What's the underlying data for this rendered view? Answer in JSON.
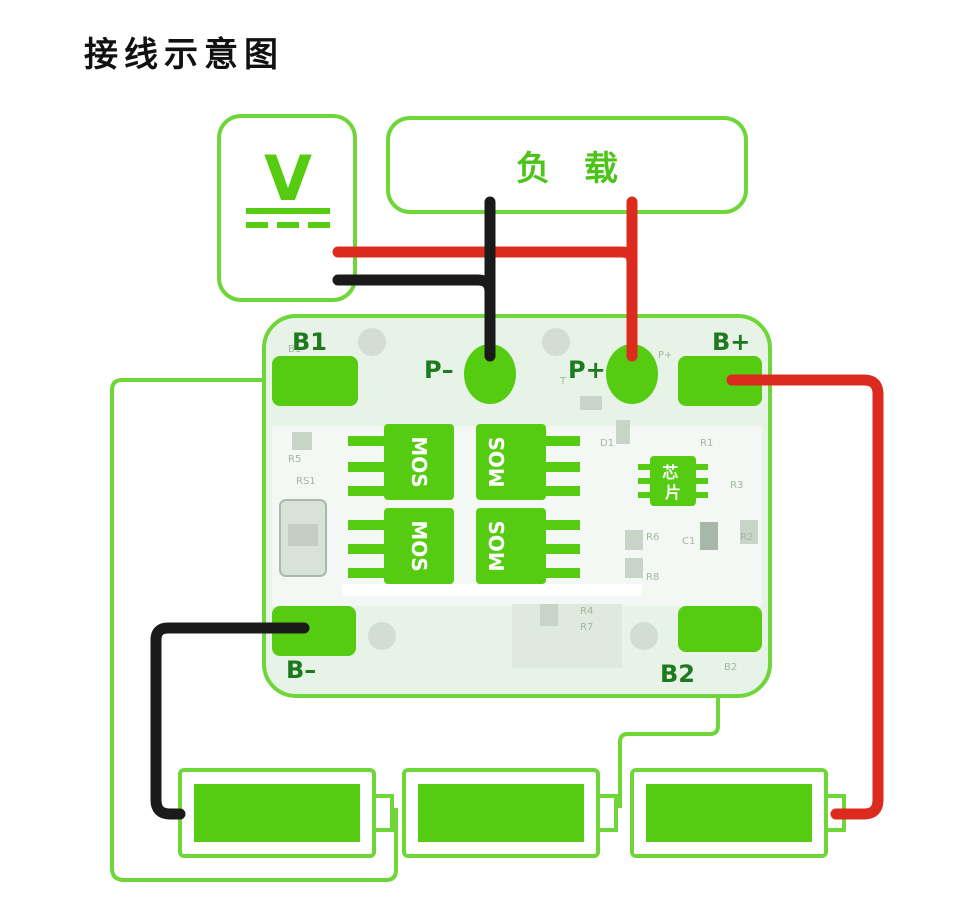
{
  "title": "接线示意图",
  "load": {
    "label": "负　载"
  },
  "voltage_symbol": {
    "letter": "V",
    "icon": "dc-voltage-icon"
  },
  "board": {
    "pads": {
      "b1": "B1",
      "b_minus": "B–",
      "b_plus": "B+",
      "b2": "B2",
      "p_minus": "P–",
      "p_plus": "P+"
    },
    "mosfets": [
      "MOS",
      "MOS",
      "MOS",
      "MOS"
    ],
    "chip": "芯片",
    "silkscreen": [
      "RS1",
      "R5",
      "R6",
      "R7",
      "R8",
      "R4",
      "D1",
      "C1",
      "R2",
      "R3",
      "R1",
      "T",
      "P+",
      "B2",
      "B1"
    ]
  },
  "colors": {
    "green": "#55cc11",
    "board": "#e6f2e6",
    "board_border": "#6fd63a",
    "wire_red": "#dd2a1e",
    "wire_black": "#1a1a1a"
  }
}
